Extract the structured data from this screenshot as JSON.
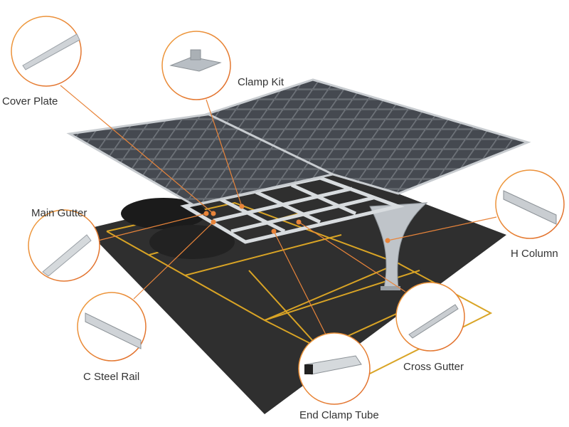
{
  "labels": {
    "cover_plate": "Cover Plate",
    "clamp_kit": "Clamp Kit",
    "main_gutter": "Main Gutter",
    "h_column": "H Column",
    "c_steel_rail": "C Steel Rail",
    "cross_gutter": "Cross Gutter",
    "end_clamp_tube": "End Clamp Tube"
  },
  "colors": {
    "accent": "#e8843a",
    "ground": "#2e2e2e",
    "parking_line": "#d9a425",
    "panel": "#4d5157",
    "frame": "#c8ccd0"
  }
}
